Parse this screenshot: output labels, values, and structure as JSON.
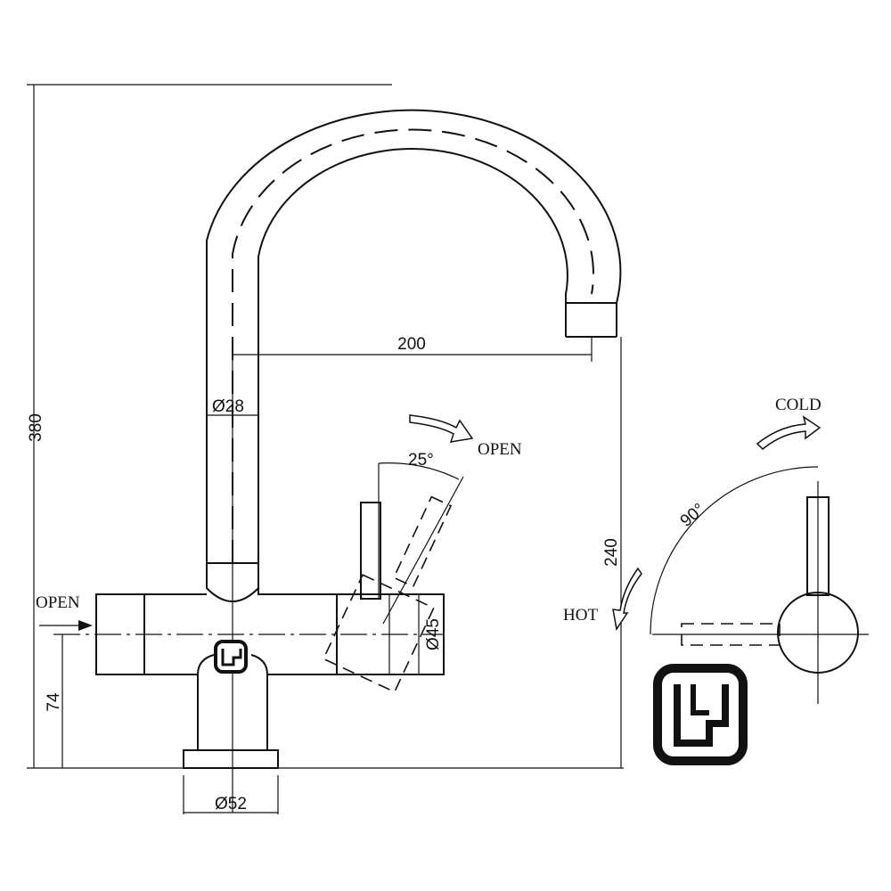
{
  "dimensions": {
    "height_total": "380",
    "spout_reach": "200",
    "spout_tube": "Ø28",
    "outlet_height": "240",
    "body_diameter": "Ø45",
    "handle_height": "74",
    "base_diameter": "Ø52",
    "lever_angle": "25°",
    "rotation_angle": "90°"
  },
  "labels": {
    "open_lever": "OPEN",
    "open_left": "OPEN",
    "cold": "COLD",
    "hot": "HOT"
  },
  "colors": {
    "line": "#111111",
    "background": "#ffffff"
  },
  "icons": [
    "brand-logo-icon"
  ]
}
